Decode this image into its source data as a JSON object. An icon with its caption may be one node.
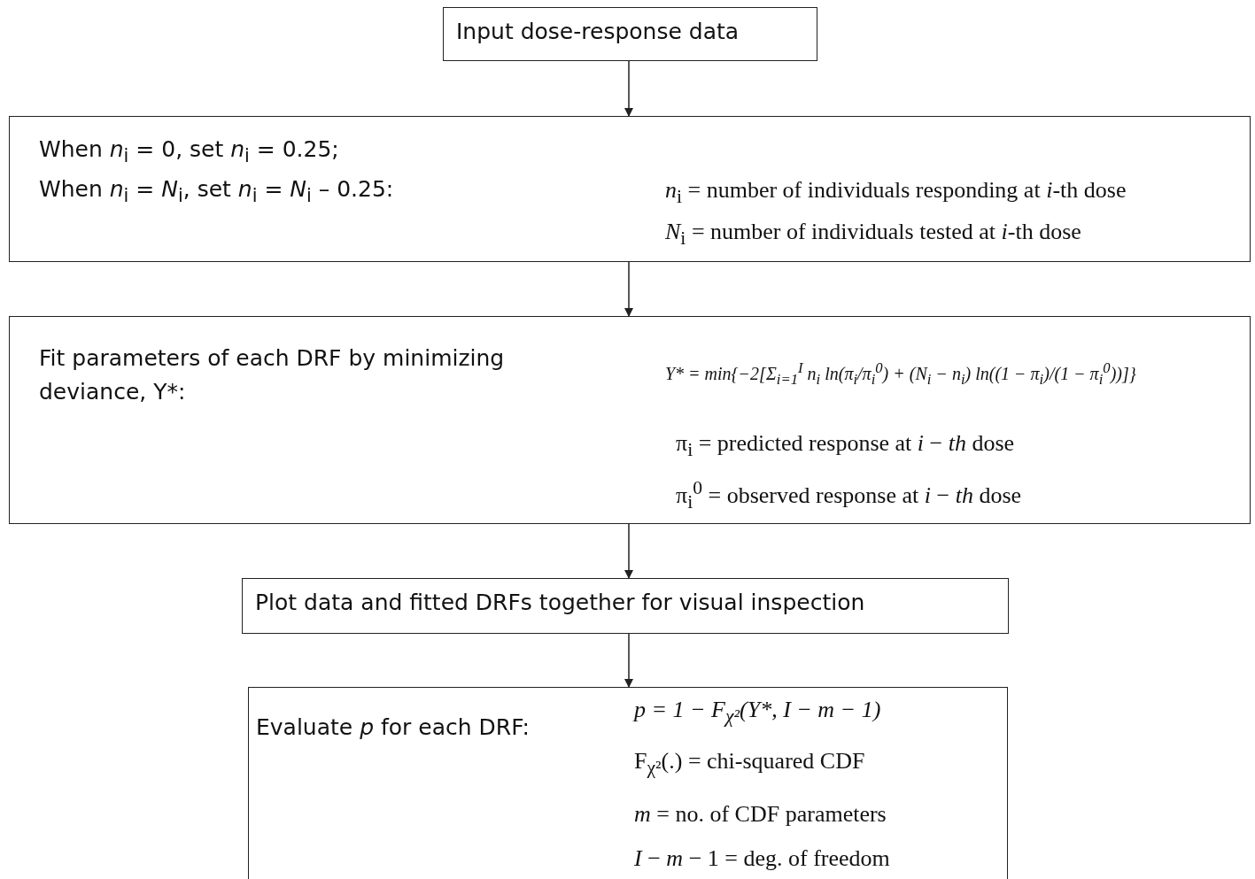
{
  "diagram": {
    "nodes": [
      {
        "text": [
          "Input dose-response data"
        ]
      },
      {
        "text": [
          "When *n*$_{i}$ = 0, set *n*$_{i}$ = 0.25;",
          "When *n*$_{i}$ = *N*$_{i}$, set *n*$_{i}$ = *N*$_{i}$ – 0.25:",
          "*n*$_{i}$ = number of individuals responding at *i*-th dose",
          "*N*$_{i}$ = number of individuals tested at *i*-th dose"
        ]
      },
      {
        "text": [
          "Fit parameters of each DRF by minimizing deviance, Y*:",
          "Y* = min{−2[Σ$_{i=1}$$^{I}$ n$_{i}$ ln(π$_{i}$/π$_{i}$$^{0}$) + (N$_{i}$ − n$_{i}$) ln((1 − π$_{i}$)/(1 − π$_{i}$$^{0}$))]}",
          "π$_{i}$ = predicted response at *i* − *th* dose",
          "π$_{i}$$^{0}$ = observed response at *i* − *th* dose"
        ]
      },
      {
        "text": [
          "Plot data and fitted DRFs together for visual inspection"
        ]
      },
      {
        "text": [
          "Evaluate *p* for each DRF:",
          "p = 1 − F$_{χ²}$(Y*, I − m − 1)",
          "F$_{χ²}$(.) = chi-squared CDF",
          "*m* = no. of CDF parameters",
          "*I* − *m* − 1 = deg. of freedom"
        ]
      }
    ],
    "edges": [
      {
        "from": 0,
        "to": 1,
        "arrow": "to"
      },
      {
        "from": 1,
        "to": 2,
        "arrow": "to"
      },
      {
        "from": 2,
        "to": 3,
        "arrow": "to"
      },
      {
        "from": 3,
        "to": 4,
        "arrow": "to"
      }
    ]
  }
}
